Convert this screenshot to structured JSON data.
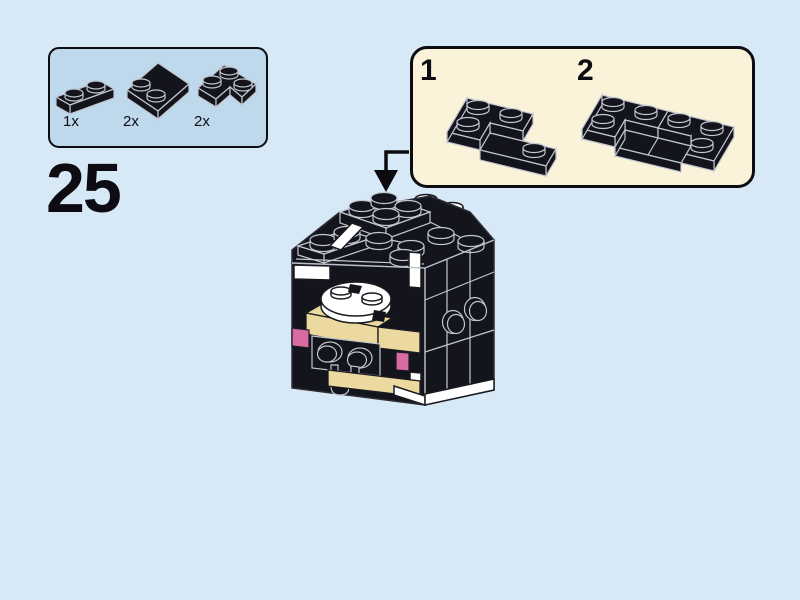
{
  "page": {
    "background_color": "#d7e9f6"
  },
  "step": {
    "number": "25"
  },
  "parts_box": {
    "parts": [
      {
        "count": "1x",
        "piece": "black-plate-1x2-icon"
      },
      {
        "count": "2x",
        "piece": "black-plate-2x2-icon"
      },
      {
        "count": "2x",
        "piece": "black-corner-plate-2x2-icon"
      }
    ]
  },
  "callout": {
    "substeps": [
      {
        "label": "1",
        "piece": "black-corner-plate-with-1x2-plate-assembly-icon"
      },
      {
        "label": "2",
        "piece": "black-corner-plate-with-two-plates-assembly-icon"
      }
    ]
  },
  "colors": {
    "black_piece": "#14141c",
    "white_piece": "#ffffff",
    "tan_piece": "#ecd9a0",
    "pink_piece": "#d96ba3",
    "parts_box_bg": "#bed8ec",
    "callout_bg": "#faf3da"
  }
}
